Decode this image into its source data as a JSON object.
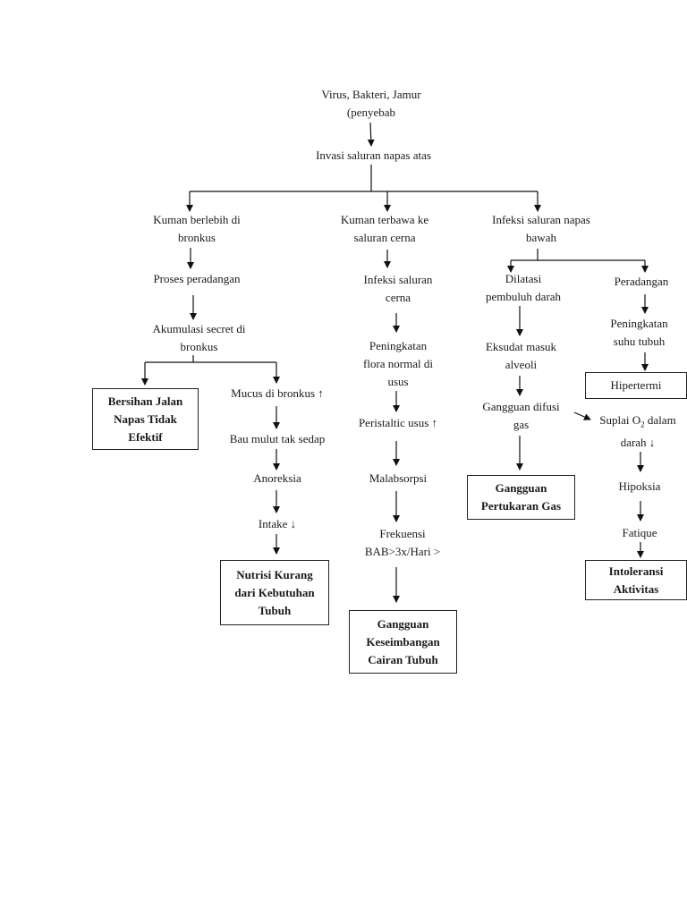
{
  "nodes": {
    "root": "Virus, Bakteri, Jamur\n(penyebab",
    "invasi": "Invasi saluran napas atas",
    "kuman_bronkus": "Kuman berlebih di\nbronkus",
    "kuman_cerna": "Kuman terbawa ke\nsaluran cerna",
    "infeksi_bawah": "Infeksi saluran napas\nbawah",
    "proses_peradangan": "Proses peradangan",
    "akumulasi": "Akumulasi secret di\nbronkus",
    "mucus": "Mucus di bronkus ↑",
    "bau_mulut": "Bau mulut tak sedap",
    "anoreksia": "Anoreksia",
    "intake": "Intake ↓",
    "infeksi_cerna": "Infeksi saluran\ncerna",
    "flora": "Peningkatan\nflora normal di\nusus",
    "peristaltic": "Peristaltic usus ↑",
    "malabsorpsi": "Malabsorpsi",
    "frekuensi": "Frekuensi\nBAB>3x/Hari  >",
    "dilatasi": "Dilatasi\npembuluh darah",
    "eksudat": "Eksudat masuk\nalveoli",
    "gangguan_difusi": "Gangguan difusi\ngas",
    "peradangan": "Peradangan",
    "peningkatan_suhu": "Peningkatan\nsuhu tubuh",
    "suplai_o2_a": "Suplai O",
    "suplai_o2_sub": "2",
    "suplai_o2_b": " dalam\ndarah ↓",
    "hipoksia": "Hipoksia",
    "fatique": "Fatique"
  },
  "diagnoses": {
    "bersihan": "Bersihan Jalan\nNapas Tidak\nEfektif",
    "nutrisi": "Nutrisi Kurang\ndari Kebutuhan\nTubuh",
    "cairan": "Gangguan\nKeseimbangan\nCairan Tubuh",
    "gas": "Gangguan\nPertukaran Gas",
    "hipertermi": "Hipertermi",
    "intoleransi": "Intoleransi\nAktivitas"
  }
}
